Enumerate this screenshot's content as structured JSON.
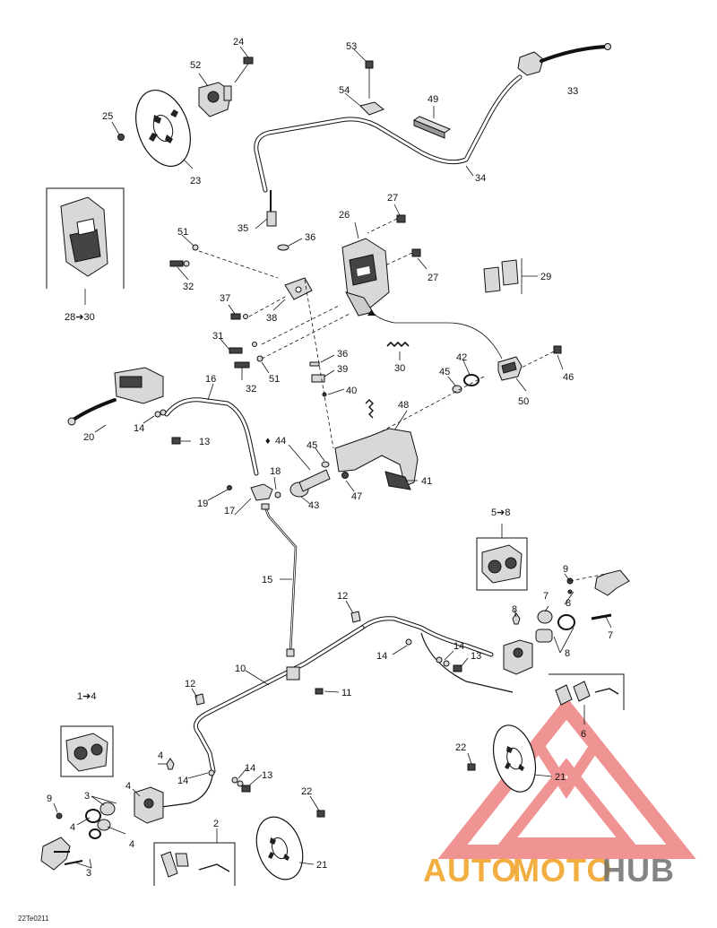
{
  "diagram_code": "22Te0211",
  "callouts": {
    "c1": "1➔4",
    "c2": "2",
    "c3a": "3",
    "c3b": "3",
    "c4a": "4",
    "c4b": "4",
    "c4c": "4",
    "c4d": "4",
    "c5": "5➔8",
    "c6": "6",
    "c7a": "7",
    "c7b": "7",
    "c8a": "8",
    "c8b": "8",
    "c8c": "8",
    "c9a": "9",
    "c9b": "9",
    "c10": "10",
    "c11": "11",
    "c12a": "12",
    "c12b": "12",
    "c13a": "13",
    "c13b": "13",
    "c13c": "13",
    "c14a": "14",
    "c14b": "14",
    "c14c": "14",
    "c14d": "14",
    "c14e": "14",
    "c15": "15",
    "c16": "16",
    "c17": "17",
    "c18": "18",
    "c19": "19",
    "c20": "20",
    "c21a": "21",
    "c21b": "21",
    "c22a": "22",
    "c22b": "22",
    "c23": "23",
    "c24": "24",
    "c25": "25",
    "c26": "26",
    "c27a": "27",
    "c27b": "27",
    "c28": "28➔30",
    "c29": "29",
    "c30": "30",
    "c31": "31",
    "c32a": "32",
    "c32b": "32",
    "c33": "33",
    "c34": "34",
    "c35": "35",
    "c36a": "36",
    "c36b": "36",
    "c37": "37",
    "c38": "38",
    "c39": "39",
    "c40": "40",
    "c41": "41",
    "c42": "42",
    "c43": "43",
    "c44": "44",
    "c45a": "45",
    "c45b": "45",
    "c46": "46",
    "c47": "47",
    "c48": "48",
    "c49": "49",
    "c50": "50",
    "c51a": "51",
    "c51b": "51",
    "c52": "52",
    "c53": "53",
    "c54": "54"
  },
  "watermark": {
    "part1": "AUTO",
    "part2": "MOTO",
    "part3": "HUB"
  },
  "colors": {
    "watermark_red": "#e23b3b",
    "watermark_orange": "#f0a020",
    "watermark_gray": "#6f6f6f",
    "line": "#111111"
  }
}
